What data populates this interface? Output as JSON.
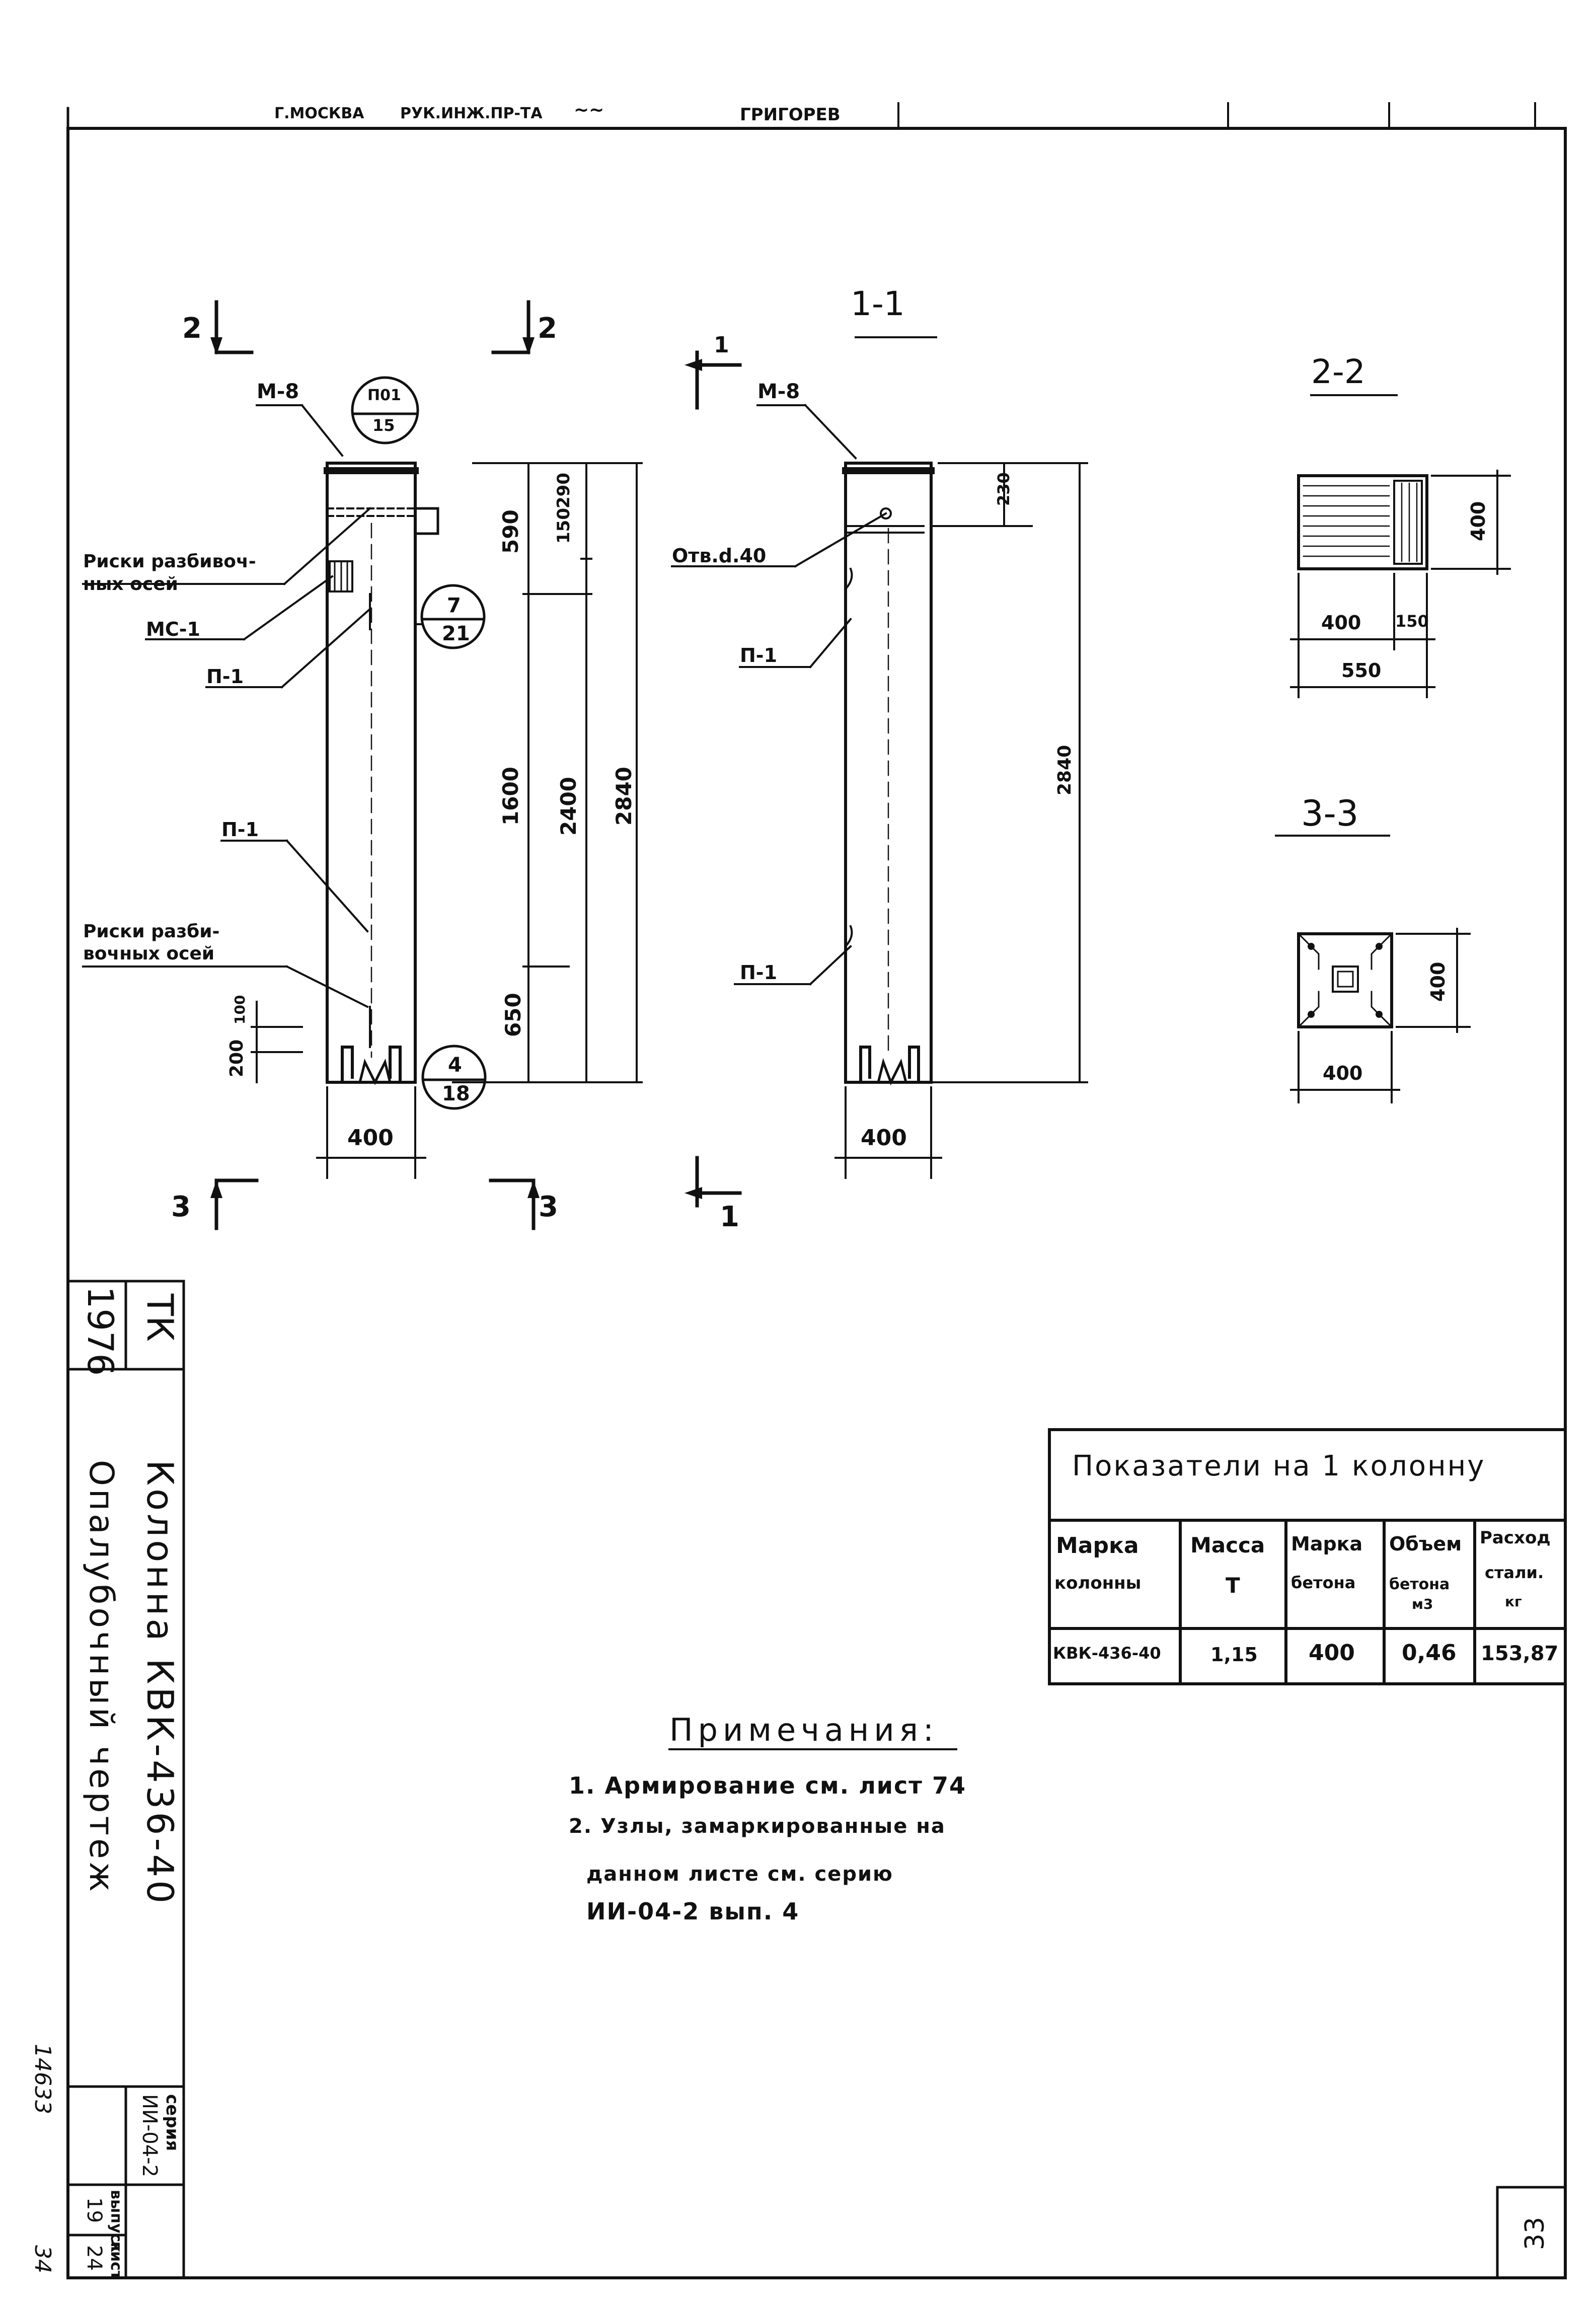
{
  "header": {
    "city": "Г.МОСКВА",
    "role": "РУК.ИНЖ.ПР-ТА",
    "name": "ГРИГОРЕВ"
  },
  "elevation": {
    "section_mark_2": "2",
    "section_mark_3": "3",
    "embedded_m8": "М-8",
    "node_top": {
      "num": "П01",
      "sheet": "15"
    },
    "node_mid": {
      "num": "7",
      "sheet": "21"
    },
    "node_bot": {
      "num": "4",
      "sheet": "18"
    },
    "label_risks_top_1": "Риски разбивоч-",
    "label_risks_top_2": "ных осей",
    "label_mc1": "МС-1",
    "label_p1_top": "П-1",
    "label_p1_bottom": "П-1",
    "label_risks_bot_1": "Риски разби-",
    "label_risks_bot_2": "вочных осей",
    "dim_width": "400",
    "dim_590": "590",
    "dim_290": "290",
    "dim_150": "150",
    "dim_1600": "1600",
    "dim_650": "650",
    "dim_2400": "2400",
    "dim_2840": "2840",
    "dim_200": "200",
    "dim_100": "100"
  },
  "section_1_1": {
    "title": "1-1",
    "mark": "1",
    "embedded_m8": "М-8",
    "hole": "Отв.d.40",
    "label_p1_top": "П-1",
    "label_p1_bottom": "П-1",
    "dim_230": "230",
    "dim_2840": "2840",
    "dim_width": "400"
  },
  "section_2_2": {
    "title": "2-2",
    "dim_400_h": "400",
    "dim_400_w": "400",
    "dim_150": "150",
    "dim_550": "550"
  },
  "section_3_3": {
    "title": "3-3",
    "dim_400_h": "400",
    "dim_400_w": "400"
  },
  "indicators": {
    "title": "Показатели на 1 колонну",
    "headers": [
      {
        "l1": "Марка",
        "l2": "колонны",
        "l3": ""
      },
      {
        "l1": "Масса",
        "l2": "Т",
        "l3": ""
      },
      {
        "l1": "Марка",
        "l2": "бетона",
        "l3": ""
      },
      {
        "l1": "Объем",
        "l2": "бетона",
        "l3": "м3"
      },
      {
        "l1": "Расход",
        "l2": "стали.",
        "l3": "кг"
      }
    ],
    "row": [
      "КВК-436-40",
      "1,15",
      "400",
      "0,46",
      "153,87"
    ]
  },
  "notes": {
    "title": "Примечания:",
    "n1": "1. Армирование см. лист 74",
    "n2_1": "2. Узлы, замаркированные на",
    "n2_2": "данном листе см. серию",
    "n2_3": "ИИ-04-2 вып. 4"
  },
  "stamp": {
    "code": "ТК",
    "year": "1976",
    "title_1": "Колонна КВК-436-40",
    "title_2": "Опалубочный чертеж",
    "series_label": "серия",
    "series": "ИИ-04-2",
    "issue_label": "выпуск",
    "issue": "19",
    "sheet_label": "лист",
    "sheet": "24"
  },
  "page_number": "33",
  "margin_note_1": "14633",
  "margin_note_2": "34"
}
